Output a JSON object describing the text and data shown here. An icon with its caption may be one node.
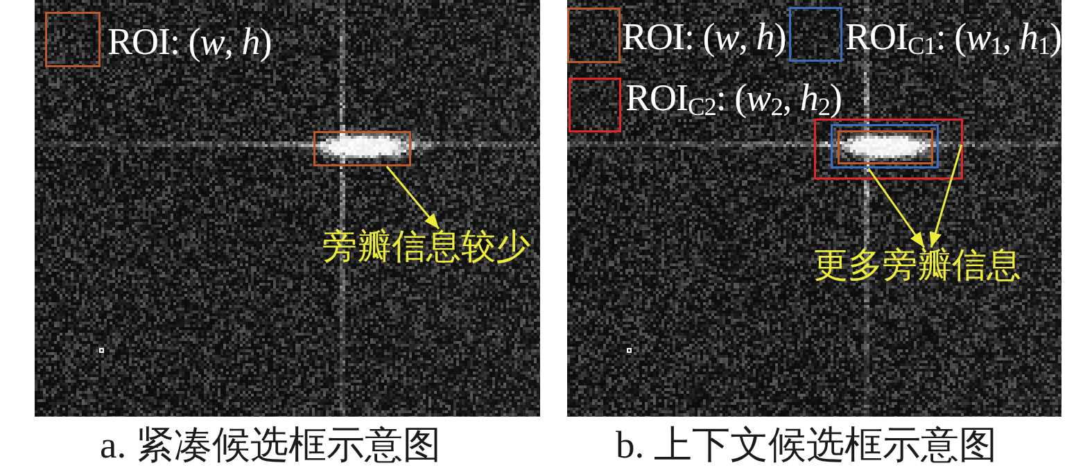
{
  "diagram": {
    "nodes": [
      {
        "text": [],
        "shape": "picture",
        "beside": [
          "a. 紧凑候选框示意图"
        ]
      },
      {
        "text": [],
        "shape": "box",
        "in": 0
      },
      {
        "text": [
          "旁瓣信息较少"
        ],
        "in": 0
      },
      {
        "text": [],
        "shape": "picture",
        "beside": [
          "b. 上下文候选框示意图"
        ]
      },
      {
        "text": [],
        "shape": "box",
        "in": 3
      },
      {
        "text": [],
        "shape": "box",
        "in": 4
      },
      {
        "text": [],
        "shape": "box",
        "in": 5
      },
      {
        "text": [
          "更多旁瓣信息"
        ],
        "in": 3
      }
    ],
    "edges": [
      {
        "from": 1,
        "to": 2,
        "arrow": "to"
      },
      {
        "from": 5,
        "to": 7,
        "arrow": "to"
      },
      {
        "from": 4,
        "to": 7,
        "arrow": "to"
      }
    ],
    "legend": [
      {
        "text": "ROI: (*w*, *h*)"
      },
      {
        "text": "ROI: (*w*, *h*)"
      },
      {
        "text": "ROI$_{C1}$: (*w*$_{1}$, *h*$_{1}$)"
      },
      {
        "text": "ROI$_{C2}$: (*w*$_{2}$, *h*$_{2}$)"
      }
    ]
  }
}
